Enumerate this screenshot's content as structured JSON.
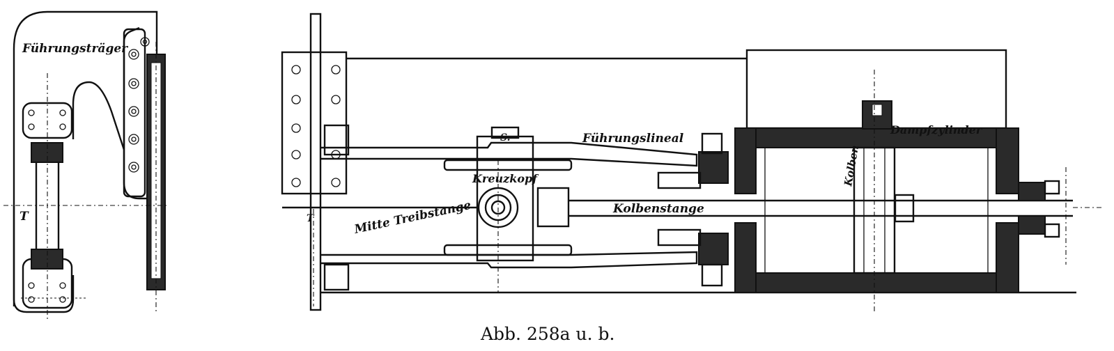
{
  "figure": {
    "caption": "Abb. 258a u. b."
  },
  "labels": {
    "fuehrungstraeger": "Führungsträger",
    "fuehrungslineal": "Führungslineal",
    "dampfzylinder": "Dampfzylinder",
    "kreuzkopf": "Kreuzkopf",
    "kolben": "Kolben",
    "kolbenstange": "Kolbenstange",
    "mitte_treibstange": "Mitte Treibstange",
    "t_left": "T",
    "t_right": "T",
    "s": "S."
  }
}
